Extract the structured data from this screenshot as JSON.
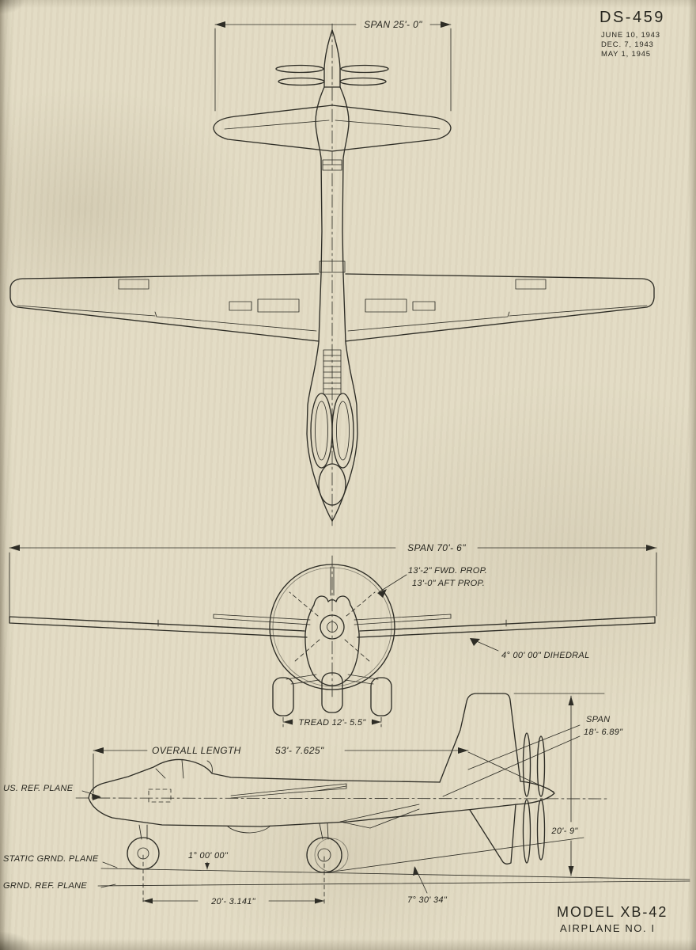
{
  "meta": {
    "drawing_number": "DS-459",
    "dates": [
      "JUNE 10, 1943",
      "DEC.  7, 1943",
      "MAY   1, 1945"
    ],
    "model": "MODEL  XB-42",
    "airplane_no": "AIRPLANE   NO. I"
  },
  "top_view": {
    "tail_span": "SPAN  25'- 0\""
  },
  "front_view": {
    "wing_span": "SPAN  70'- 6\"",
    "fwd_prop": "13'-2\" FWD. PROP.",
    "aft_prop": "13'-0\" AFT PROP.",
    "dihedral": "4° 00' 00\"  DIHEDRAL",
    "tread": "TREAD  12'- 5.5\""
  },
  "side_view": {
    "fin_span_line1": "SPAN",
    "fin_span_line2": "18'- 6.89\"",
    "overall_length_label": "OVERALL  LENGTH",
    "overall_length_value": "53'- 7.625\"",
    "us_ref_plane": "US. REF. PLANE",
    "static_grnd_plane": "STATIC  GRND. PLANE",
    "grnd_ref_plane": "GRND. REF. PLANE",
    "height": "20'- 9\"",
    "ground_angle": "1° 00' 00\"",
    "wheelbase": "20'- 3.141\"",
    "tail_angle": "7° 30' 34\""
  }
}
